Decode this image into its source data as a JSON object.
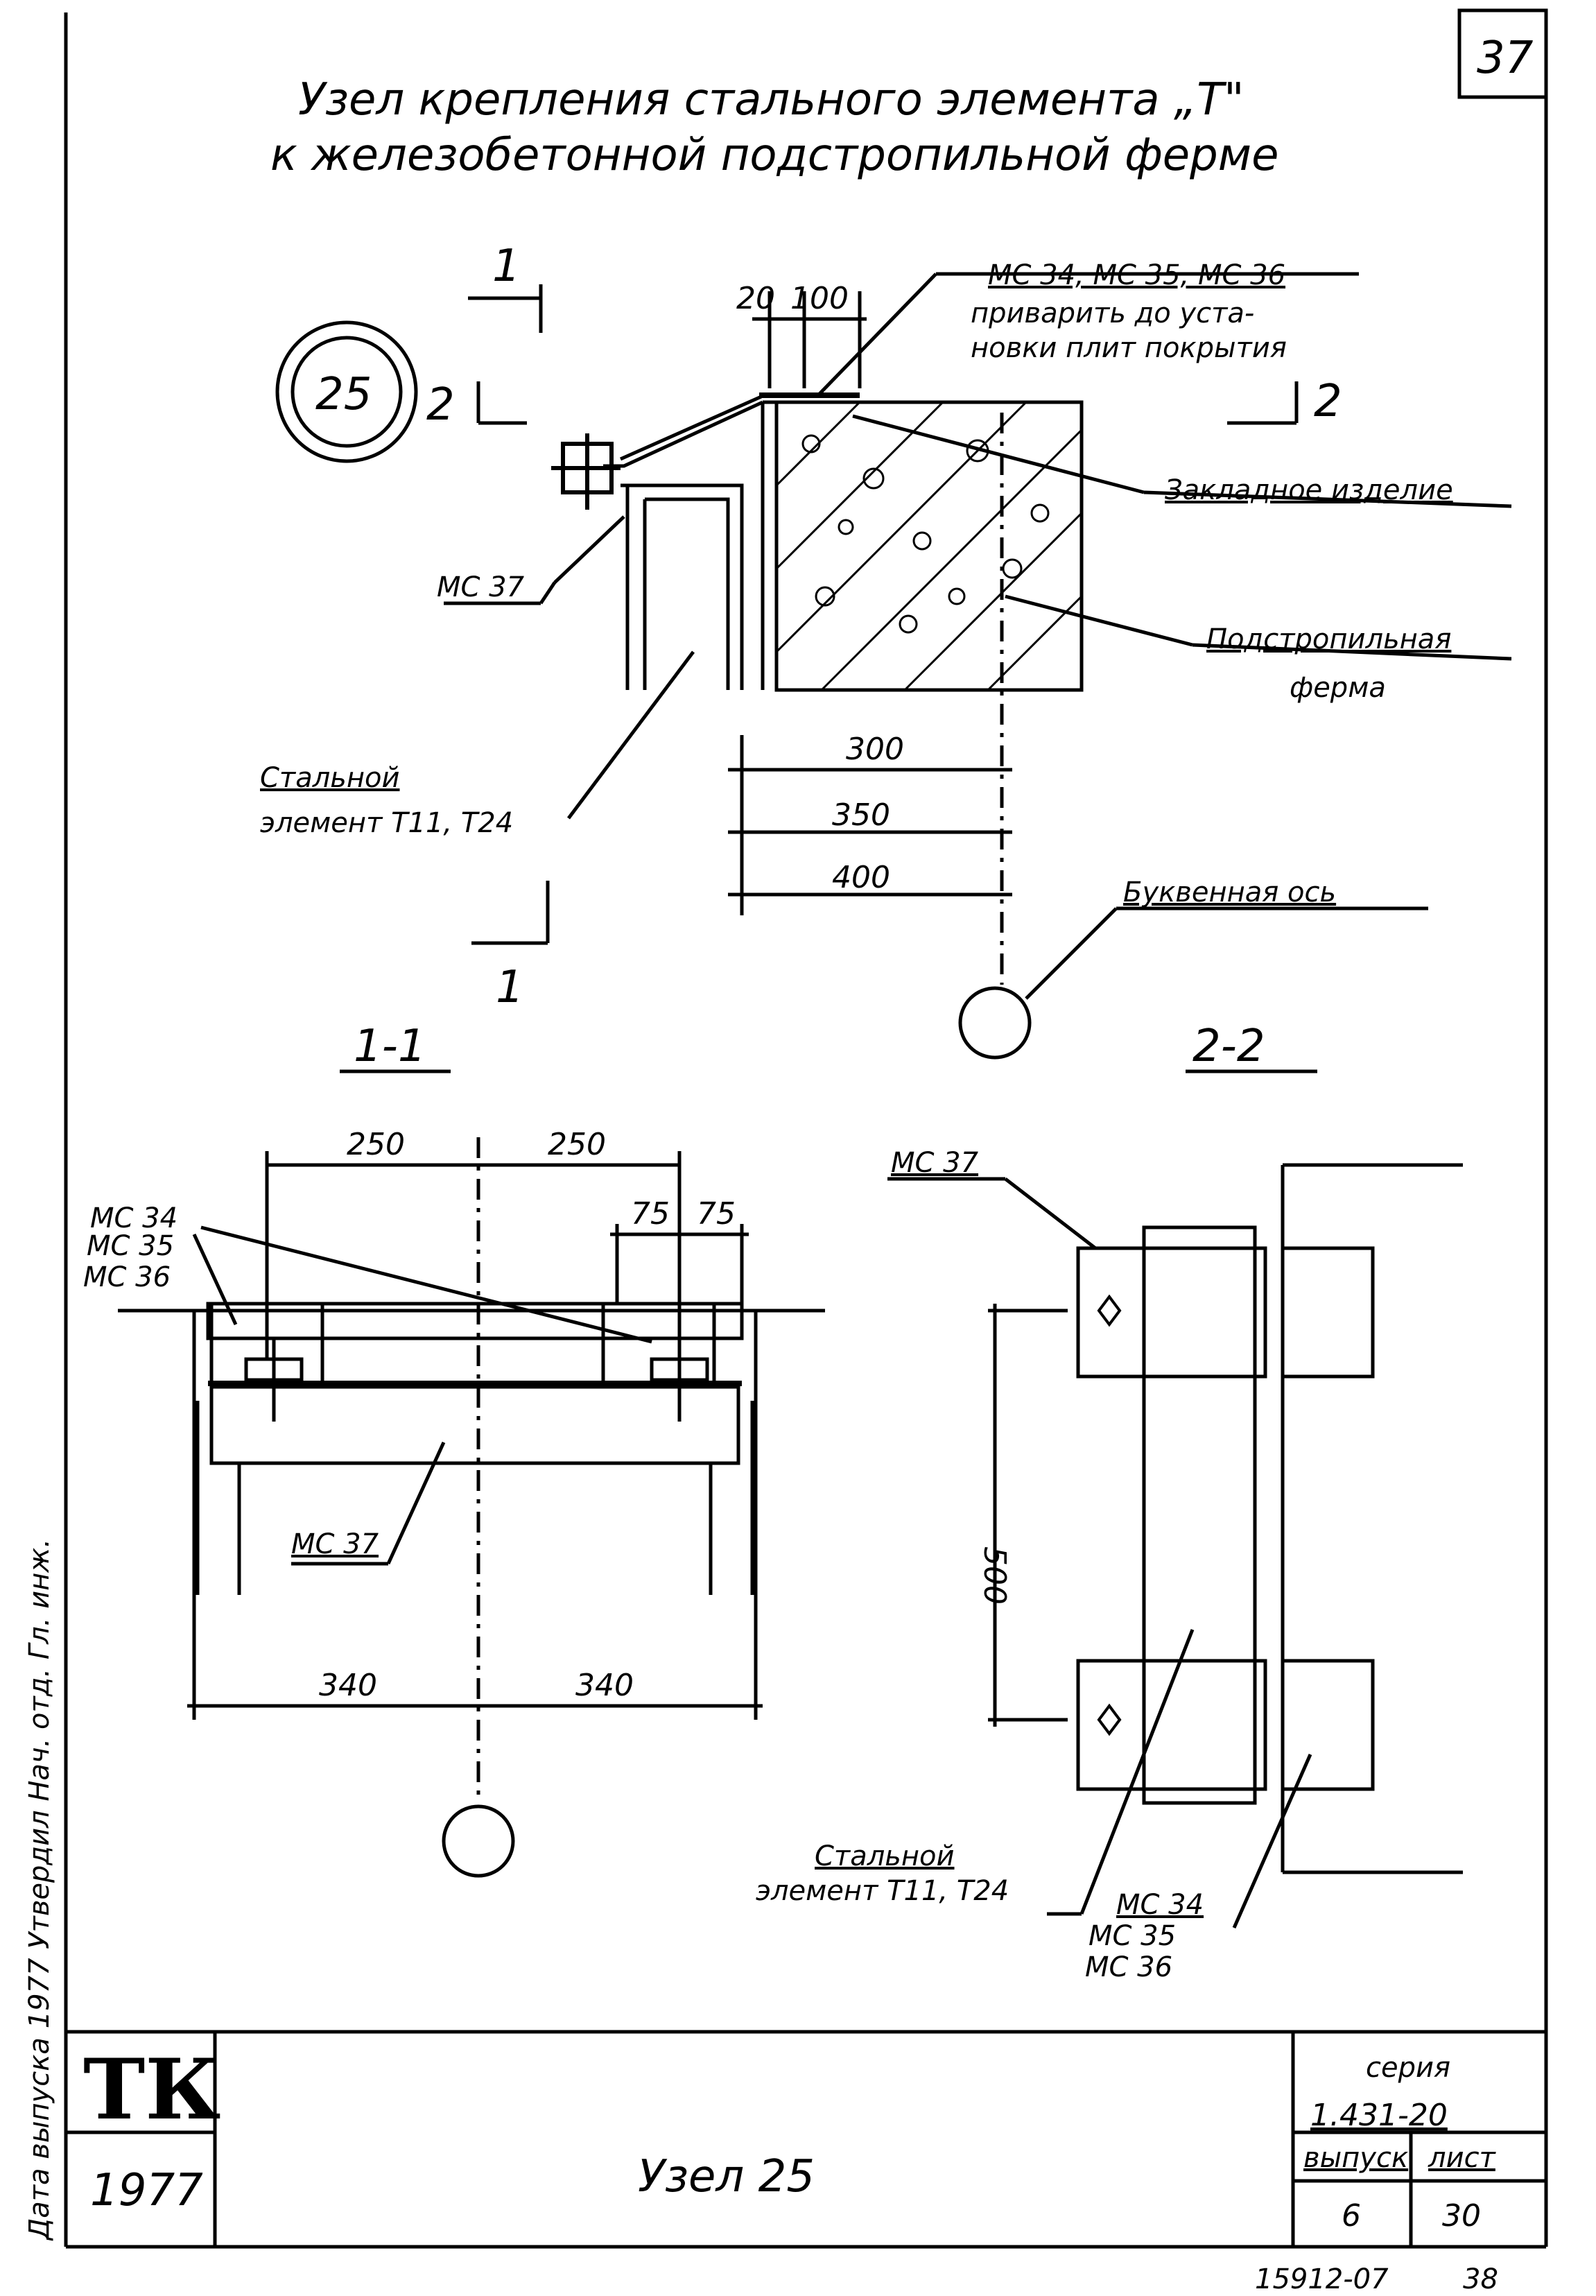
{
  "sheet_number": "37",
  "title": {
    "line1": "Узел крепления стального элемента „Т\"",
    "line2": "к железобетонной подстропильной ферме"
  },
  "node_marker": "25",
  "section_marks": {
    "s1_top": "1",
    "s1_bottom": "1",
    "s2_left": "2",
    "s2_right": "2"
  },
  "main_view": {
    "dim_20": "20",
    "dim_100": "100",
    "weld_note_line1": "МС 34, МС 35, МС 36",
    "weld_note_line2": "приварить до уста-",
    "weld_note_line3": "новки плит покрытия",
    "embedded_part": "Закладное изделие",
    "truss_line1": "Подстропильная",
    "truss_line2": "ферма",
    "mc37": "МС 37",
    "steel_element_line1": "Стальной",
    "steel_element_line2": "элемент Т11, Т24",
    "dim_300": "300",
    "dim_350": "350",
    "dim_400": "400",
    "axis_label": "Буквенная ось"
  },
  "section_1_1": {
    "title": "1-1",
    "dim_250_left": "250",
    "dim_250_right": "250",
    "dim_75_left": "75",
    "dim_75_right": "75",
    "mc_line1": "МС 34",
    "mc_line2": "МС 35",
    "mc_line3": "МС 36",
    "mc37": "МС 37",
    "dim_340_left": "340",
    "dim_340_right": "340"
  },
  "section_2_2": {
    "title": "2-2",
    "mc37": "МС 37",
    "dim_500": "500",
    "steel_element_line1": "Стальной",
    "steel_element_line2": "элемент Т11, Т24",
    "mc_line1": "МС 34",
    "mc_line2": "МС 35",
    "mc_line3": "МС 36"
  },
  "title_block": {
    "logo": "ТК",
    "year": "1977",
    "name": "Узел 25",
    "series_label": "серия",
    "series_value": "1.431-20",
    "issue_label": "выпуск",
    "sheet_label": "лист",
    "issue_value": "6",
    "sheet_value": "30"
  },
  "bottom_codes": {
    "code": "15912-07",
    "page": "38"
  },
  "left_margin_text": "Дата выпуска    1977    Утвердил    Нач. отд.    Гл. инж."
}
